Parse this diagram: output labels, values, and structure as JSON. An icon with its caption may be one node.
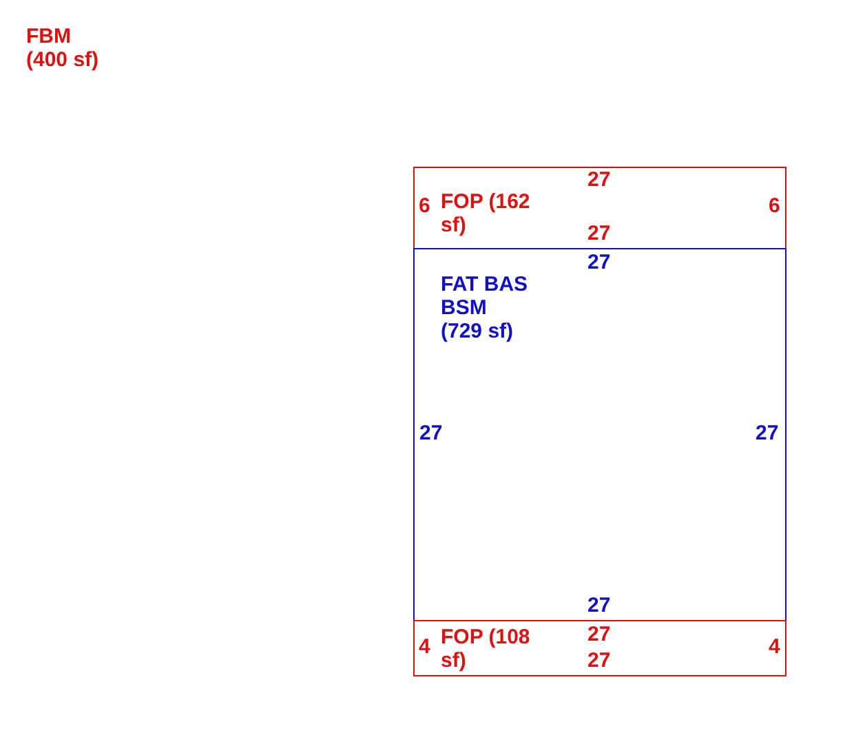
{
  "diagram": {
    "nodes": [
      {
        "text": [
          "FOP (162 sf)"
        ]
      },
      {
        "text": [
          "FAT BAS BSM (729 sf)"
        ]
      },
      {
        "text": [
          "FOP (108 sf)"
        ]
      }
    ],
    "labels": [
      "FBM (400 sf)",
      "27",
      "6",
      "6",
      "27",
      "27",
      "27",
      "27",
      "27",
      "27",
      "4",
      "4",
      "27"
    ]
  }
}
